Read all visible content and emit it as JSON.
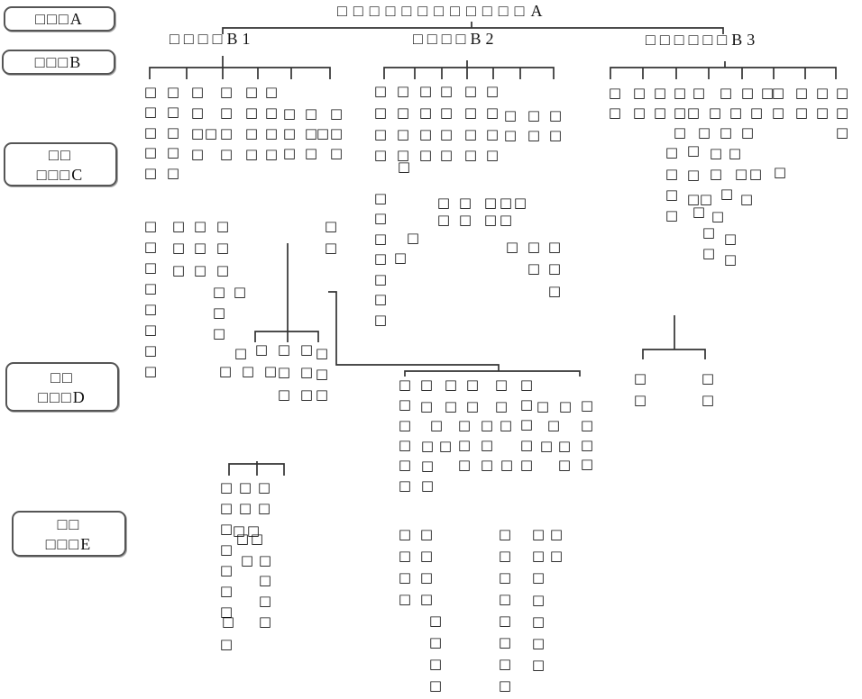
{
  "levels": {
    "a": {
      "line1": "□□□A"
    },
    "b": {
      "line1": "□□□B"
    },
    "c": {
      "line1": "□□",
      "line2": "□□□C"
    },
    "d": {
      "line1": "□□",
      "line2": "□□□D"
    },
    "e": {
      "line1": "□□",
      "line2": "□□□E"
    }
  },
  "goal": "□□□□□□□□□□□□A",
  "criteria": {
    "b1": "□□□□B1",
    "b2": "□□□□B2",
    "b3": "□□□□□□B3"
  },
  "nodes": {
    "b1_c": [
      "□□□□□",
      "□□□□□",
      "□□□□",
      "□",
      "□□□□",
      "□□□□",
      "□□□□",
      "□□□",
      "□□□",
      "□",
      "□□□"
    ],
    "b1_d": [
      "□□□□□□□□",
      "□□□",
      "□□□",
      "□□□",
      "□□□",
      "□",
      "□□",
      "□",
      "□",
      "□□□",
      "□□□",
      "□□□",
      "□",
      "□",
      "□"
    ],
    "b1_e": [
      "□□□□□□□",
      "□□",
      "□□",
      "□",
      "□",
      "□",
      "□",
      "□",
      "□□□□",
      "□",
      "□"
    ],
    "b2_c": [
      "□□□□",
      "□□□□",
      "□",
      "□□□□",
      "□□□□",
      "□□□□",
      "□□□□",
      "□□",
      "□□",
      "□□"
    ],
    "b2_d": [
      "□□□□□□□",
      "□",
      "□",
      "□□",
      "□□",
      "□□",
      "□□",
      "□",
      "□",
      "□□",
      "□□□"
    ],
    "b2_d2": [
      "□□□□□□",
      "□□",
      "□",
      "□□□",
      "□□",
      "□",
      "□□□",
      "□□",
      "□□□",
      "□□",
      "□",
      "□",
      "□□□□□",
      "□",
      "□",
      "□",
      "□",
      "□□",
      "□□□□"
    ],
    "b2_e": [
      "□□□□",
      "□□□□",
      "□□□□",
      "□□□□□□□□",
      "□□□□□□□",
      "□□"
    ],
    "b3_c": [
      "□□",
      "□□",
      "□□",
      "□□□",
      "□",
      "□",
      "□",
      "□",
      "□□",
      "□",
      "□□",
      "□",
      "□",
      "□□",
      "□□",
      "□□",
      "□□□"
    ],
    "b3_d": [
      "□□□□",
      "□□□",
      "□",
      "□",
      "□□",
      "□",
      "□□",
      "□□",
      "□",
      "□",
      "□",
      "□",
      "□",
      "□"
    ],
    "b3_d2": [
      "□□",
      "□□"
    ]
  }
}
